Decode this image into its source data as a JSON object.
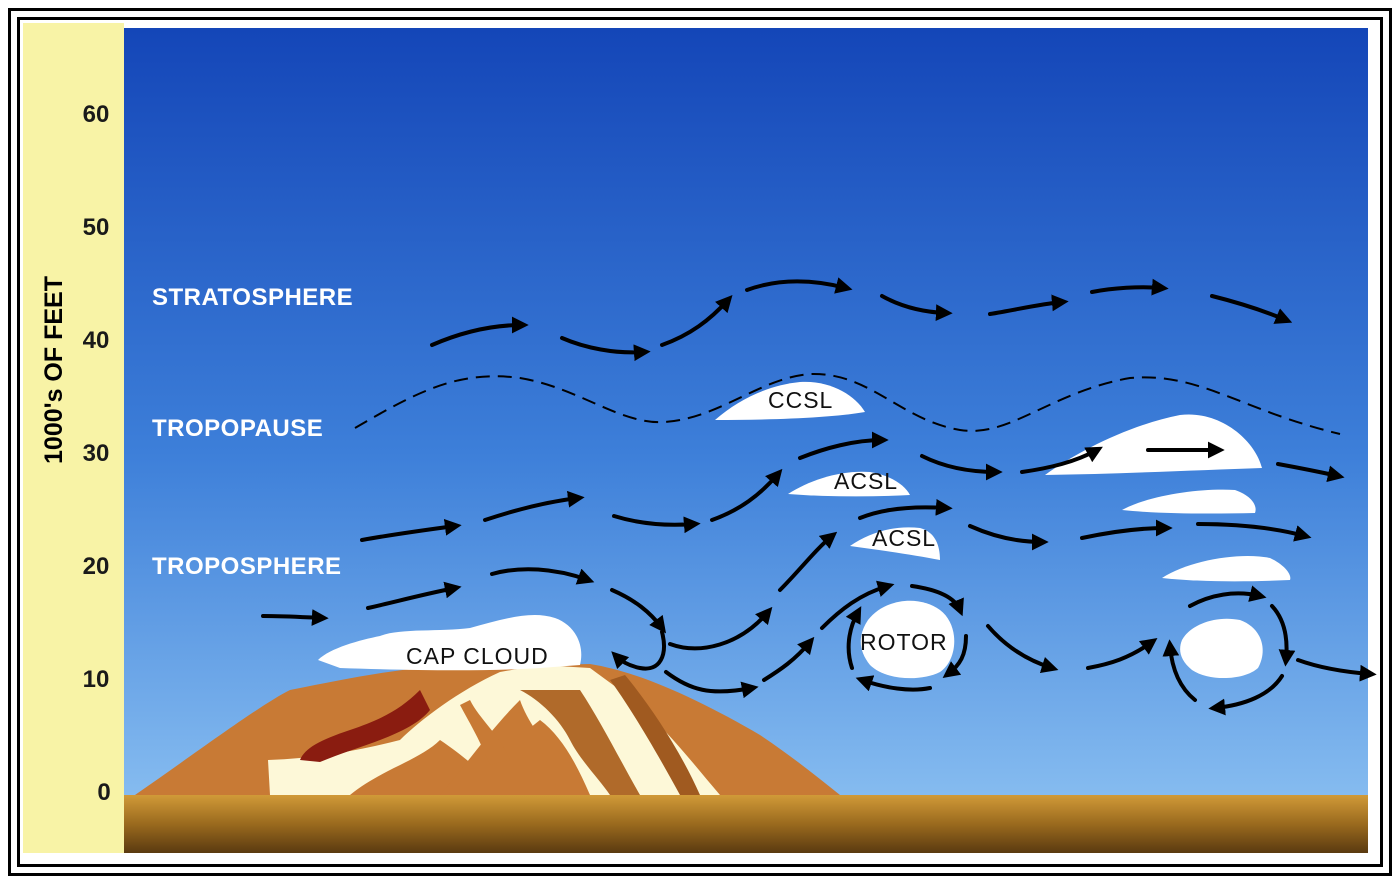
{
  "axis": {
    "title": "1000's OF FEET",
    "ticks": [
      "0",
      "10",
      "20",
      "30",
      "40",
      "50",
      "60"
    ]
  },
  "layers": {
    "stratosphere": "STRATOSPHERE",
    "tropopause": "TROPOPAUSE",
    "troposphere": "TROPOSPHERE"
  },
  "clouds": {
    "cap": "CAP CLOUD",
    "ccsl": "CCSL",
    "acsl_upper": "ACSL",
    "acsl_lower": "ACSL",
    "rotor": "ROTOR"
  },
  "colors": {
    "sky_top": "#1446b8",
    "sky_bottom": "#7fb6ee",
    "axis_strip": "#f8f3a6",
    "ground": "#b8862a",
    "mountain": "#c87a35",
    "mountain_dark": "#8a1c10",
    "snow": "#fdf8d8",
    "arrow": "#000000"
  }
}
